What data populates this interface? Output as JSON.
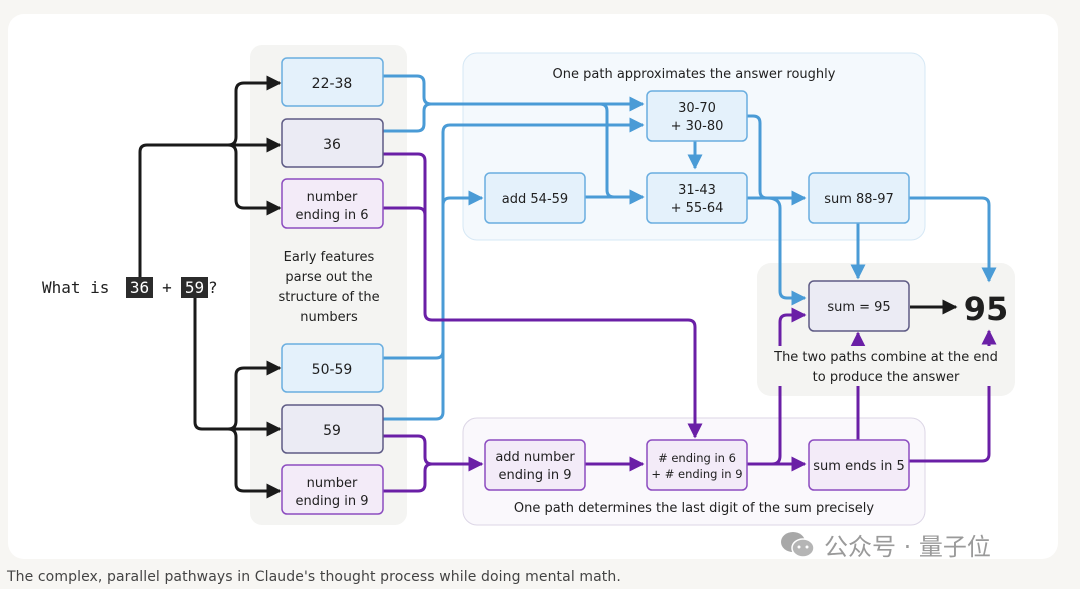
{
  "question": {
    "prefix": "What is",
    "a": "36",
    "plus": "+",
    "b": "59",
    "suffix": "?"
  },
  "early_features": {
    "label_lines": [
      "Early features",
      "parse out the",
      "structure of the",
      "numbers"
    ],
    "top": [
      {
        "id": "n2238",
        "lines": [
          "22-38"
        ],
        "kind": "blue"
      },
      {
        "id": "n36",
        "lines": [
          "36"
        ],
        "kind": "grey"
      },
      {
        "id": "n6",
        "lines": [
          "number",
          "ending in 6"
        ],
        "kind": "purple"
      }
    ],
    "bottom": [
      {
        "id": "n5059",
        "lines": [
          "50-59"
        ],
        "kind": "blue"
      },
      {
        "id": "n59",
        "lines": [
          "59"
        ],
        "kind": "grey"
      },
      {
        "id": "n9",
        "lines": [
          "number",
          "ending in 9"
        ],
        "kind": "purple"
      }
    ]
  },
  "approx_group": {
    "title": "One path approximates the answer roughly",
    "nodes": [
      {
        "id": "r3070",
        "lines": [
          "30-70",
          "+ 30-80"
        ]
      },
      {
        "id": "add5459",
        "lines": [
          "add 54-59"
        ]
      },
      {
        "id": "r3143",
        "lines": [
          "31-43",
          "+ 55-64"
        ]
      },
      {
        "id": "sum8897",
        "lines": [
          "sum 88-97"
        ]
      }
    ]
  },
  "precise_group": {
    "title": "One path determines the last digit of the sum precisely",
    "nodes": [
      {
        "id": "addend9",
        "lines": [
          "add number",
          "ending in 9"
        ]
      },
      {
        "id": "end69",
        "lines": [
          "# ending in 6",
          "+ # ending in 9"
        ]
      },
      {
        "id": "ends5",
        "lines": [
          "sum ends in 5"
        ]
      }
    ]
  },
  "combine_group": {
    "label_lines": [
      "The two paths combine at the end",
      "to produce the answer"
    ],
    "sum_node": "sum = 95",
    "answer": "95"
  },
  "caption": "The complex, parallel pathways in Claude's thought process while doing mental math.",
  "watermark": {
    "text": "公众号 · 量子位",
    "icon": "wechat-icon"
  },
  "colors": {
    "blue_line": "#4a9bd6",
    "blue_fill": "#e4f1fb",
    "blue_border": "#6aaee0",
    "purple_line": "#6a1fa6",
    "purple_fill": "#f3ebf8",
    "purple_border": "#8c4cc0",
    "grey_fill": "#ebebf4",
    "grey_border": "#5e5b85",
    "black_line": "#1a1a1a"
  }
}
